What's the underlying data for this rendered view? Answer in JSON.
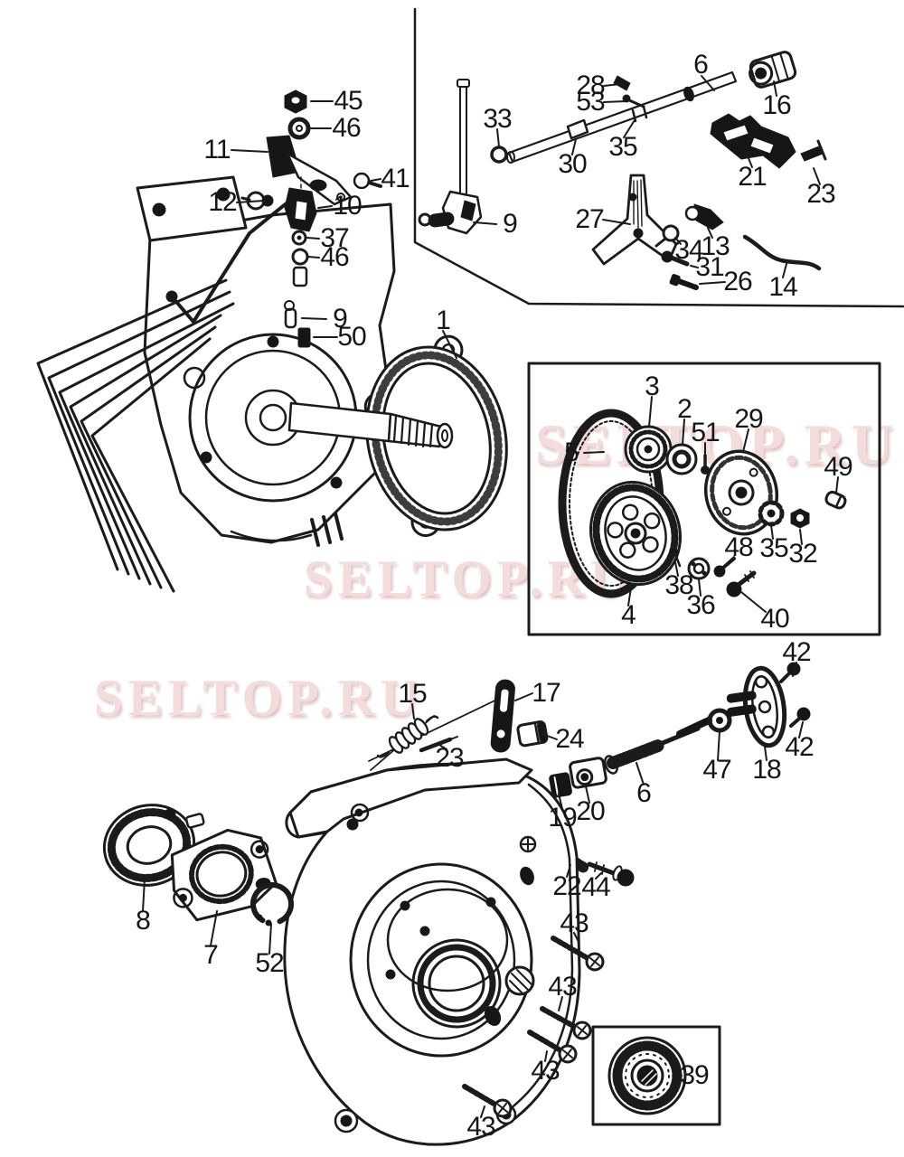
{
  "watermarks": [
    {
      "text": "SELTOP.RU"
    },
    {
      "text": "SELTOP.RU"
    },
    {
      "text": "SELTOP.RU"
    }
  ],
  "watermark_color": "#f2dcdc",
  "callouts": [
    {
      "label": "45"
    },
    {
      "label": "46"
    },
    {
      "label": "11"
    },
    {
      "label": "41"
    },
    {
      "label": "12"
    },
    {
      "label": "10"
    },
    {
      "label": "37"
    },
    {
      "label": "46"
    },
    {
      "label": "9"
    },
    {
      "label": "50"
    },
    {
      "label": "1"
    },
    {
      "label": "33"
    },
    {
      "label": "28"
    },
    {
      "label": "53"
    },
    {
      "label": "30"
    },
    {
      "label": "35"
    },
    {
      "label": "6"
    },
    {
      "label": "16"
    },
    {
      "label": "21"
    },
    {
      "label": "23"
    },
    {
      "label": "9"
    },
    {
      "label": "27"
    },
    {
      "label": "34"
    },
    {
      "label": "13"
    },
    {
      "label": "31"
    },
    {
      "label": "26"
    },
    {
      "label": "14"
    },
    {
      "label": "3"
    },
    {
      "label": "2"
    },
    {
      "label": "51"
    },
    {
      "label": "29"
    },
    {
      "label": "5"
    },
    {
      "label": "49"
    },
    {
      "label": "48"
    },
    {
      "label": "35"
    },
    {
      "label": "32"
    },
    {
      "label": "38"
    },
    {
      "label": "36"
    },
    {
      "label": "4"
    },
    {
      "label": "40"
    },
    {
      "label": "42"
    },
    {
      "label": "15"
    },
    {
      "label": "17"
    },
    {
      "label": "24"
    },
    {
      "label": "23"
    },
    {
      "label": "47"
    },
    {
      "label": "18"
    },
    {
      "label": "42"
    },
    {
      "label": "19"
    },
    {
      "label": "20"
    },
    {
      "label": "6"
    },
    {
      "label": "22"
    },
    {
      "label": "44"
    },
    {
      "label": "8"
    },
    {
      "label": "7"
    },
    {
      "label": "52"
    },
    {
      "label": "43"
    },
    {
      "label": "43"
    },
    {
      "label": "43"
    },
    {
      "label": "43"
    },
    {
      "label": "39"
    }
  ]
}
